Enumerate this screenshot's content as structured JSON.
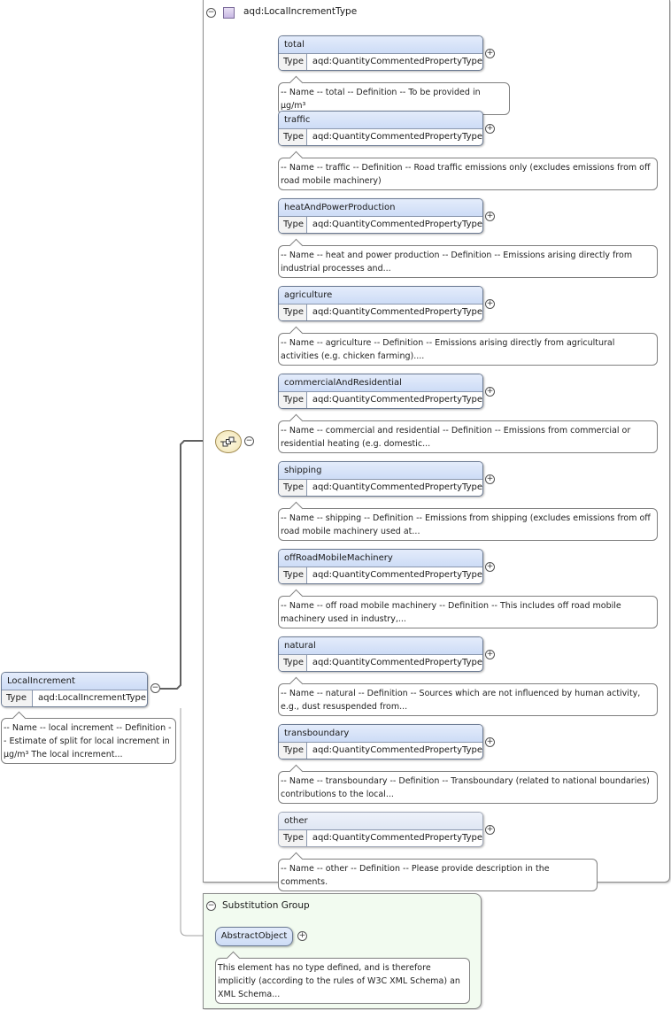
{
  "root": {
    "name": "LocalIncrement",
    "type_label": "Type",
    "type_value": "aqd:LocalIncrementType",
    "doc": "-- Name -- local increment -- Definition -- Estimate of split for local increment in µg/m³ The local increment..."
  },
  "complex_type": {
    "title": "aqd:LocalIncrementType",
    "collapse_symbol": "⊖",
    "sequence_icon": "sequence-compositor-icon",
    "elements": [
      {
        "name": "total",
        "type_label": "Type",
        "type_value": "aqd:QuantityCommentedPropertyType",
        "doc": "-- Name -- total -- Definition -- To be provided in µg/m³"
      },
      {
        "name": "traffic",
        "type_label": "Type",
        "type_value": "aqd:QuantityCommentedPropertyType",
        "doc": "-- Name -- traffic -- Definition -- Road traffic emissions only (excludes emissions from off road mobile machinery)"
      },
      {
        "name": "heatAndPowerProduction",
        "type_label": "Type",
        "type_value": "aqd:QuantityCommentedPropertyType",
        "doc": "-- Name -- heat and power production -- Definition -- Emissions arising directly from industrial processes and..."
      },
      {
        "name": "agriculture",
        "type_label": "Type",
        "type_value": "aqd:QuantityCommentedPropertyType",
        "doc": "-- Name -- agriculture -- Definition -- Emissions arising directly from agricultural activities (e.g. chicken farming)...."
      },
      {
        "name": "commercialAndResidential",
        "type_label": "Type",
        "type_value": "aqd:QuantityCommentedPropertyType",
        "doc": "-- Name -- commercial and residential -- Definition -- Emissions from commercial or residential heating (e.g. domestic..."
      },
      {
        "name": "shipping",
        "type_label": "Type",
        "type_value": "aqd:QuantityCommentedPropertyType",
        "doc": "-- Name -- shipping -- Definition -- Emissions from shipping (excludes emissions from off road mobile machinery used at..."
      },
      {
        "name": "offRoadMobileMachinery",
        "type_label": "Type",
        "type_value": "aqd:QuantityCommentedPropertyType",
        "doc": "-- Name -- off road mobile machinery -- Definition -- This includes off road mobile machinery used in industry,..."
      },
      {
        "name": "natural",
        "type_label": "Type",
        "type_value": "aqd:QuantityCommentedPropertyType",
        "doc": "-- Name -- natural -- Definition -- Sources which are not influenced by human activity, e.g., dust resuspended from..."
      },
      {
        "name": "transboundary",
        "type_label": "Type",
        "type_value": "aqd:QuantityCommentedPropertyType",
        "doc": "-- Name -- transboundary -- Definition -- Transboundary (related to national boundaries) contributions to the local..."
      },
      {
        "name": "other",
        "type_label": "Type",
        "type_value": "aqd:QuantityCommentedPropertyType",
        "doc": "-- Name -- other -- Definition -- Please provide description in the comments."
      }
    ]
  },
  "substitution_group": {
    "title": "Substitution Group",
    "element": "AbstractObject",
    "doc": "This element has no type defined, and is therefore implicitly (according to the rules of W3C XML Schema) an XML Schema..."
  },
  "symbols": {
    "collapse": "−",
    "expand": "+"
  },
  "colors": {
    "element_header": "#cddcf6",
    "connector": "#555555",
    "substitution_bg": "#f2fbf0"
  }
}
